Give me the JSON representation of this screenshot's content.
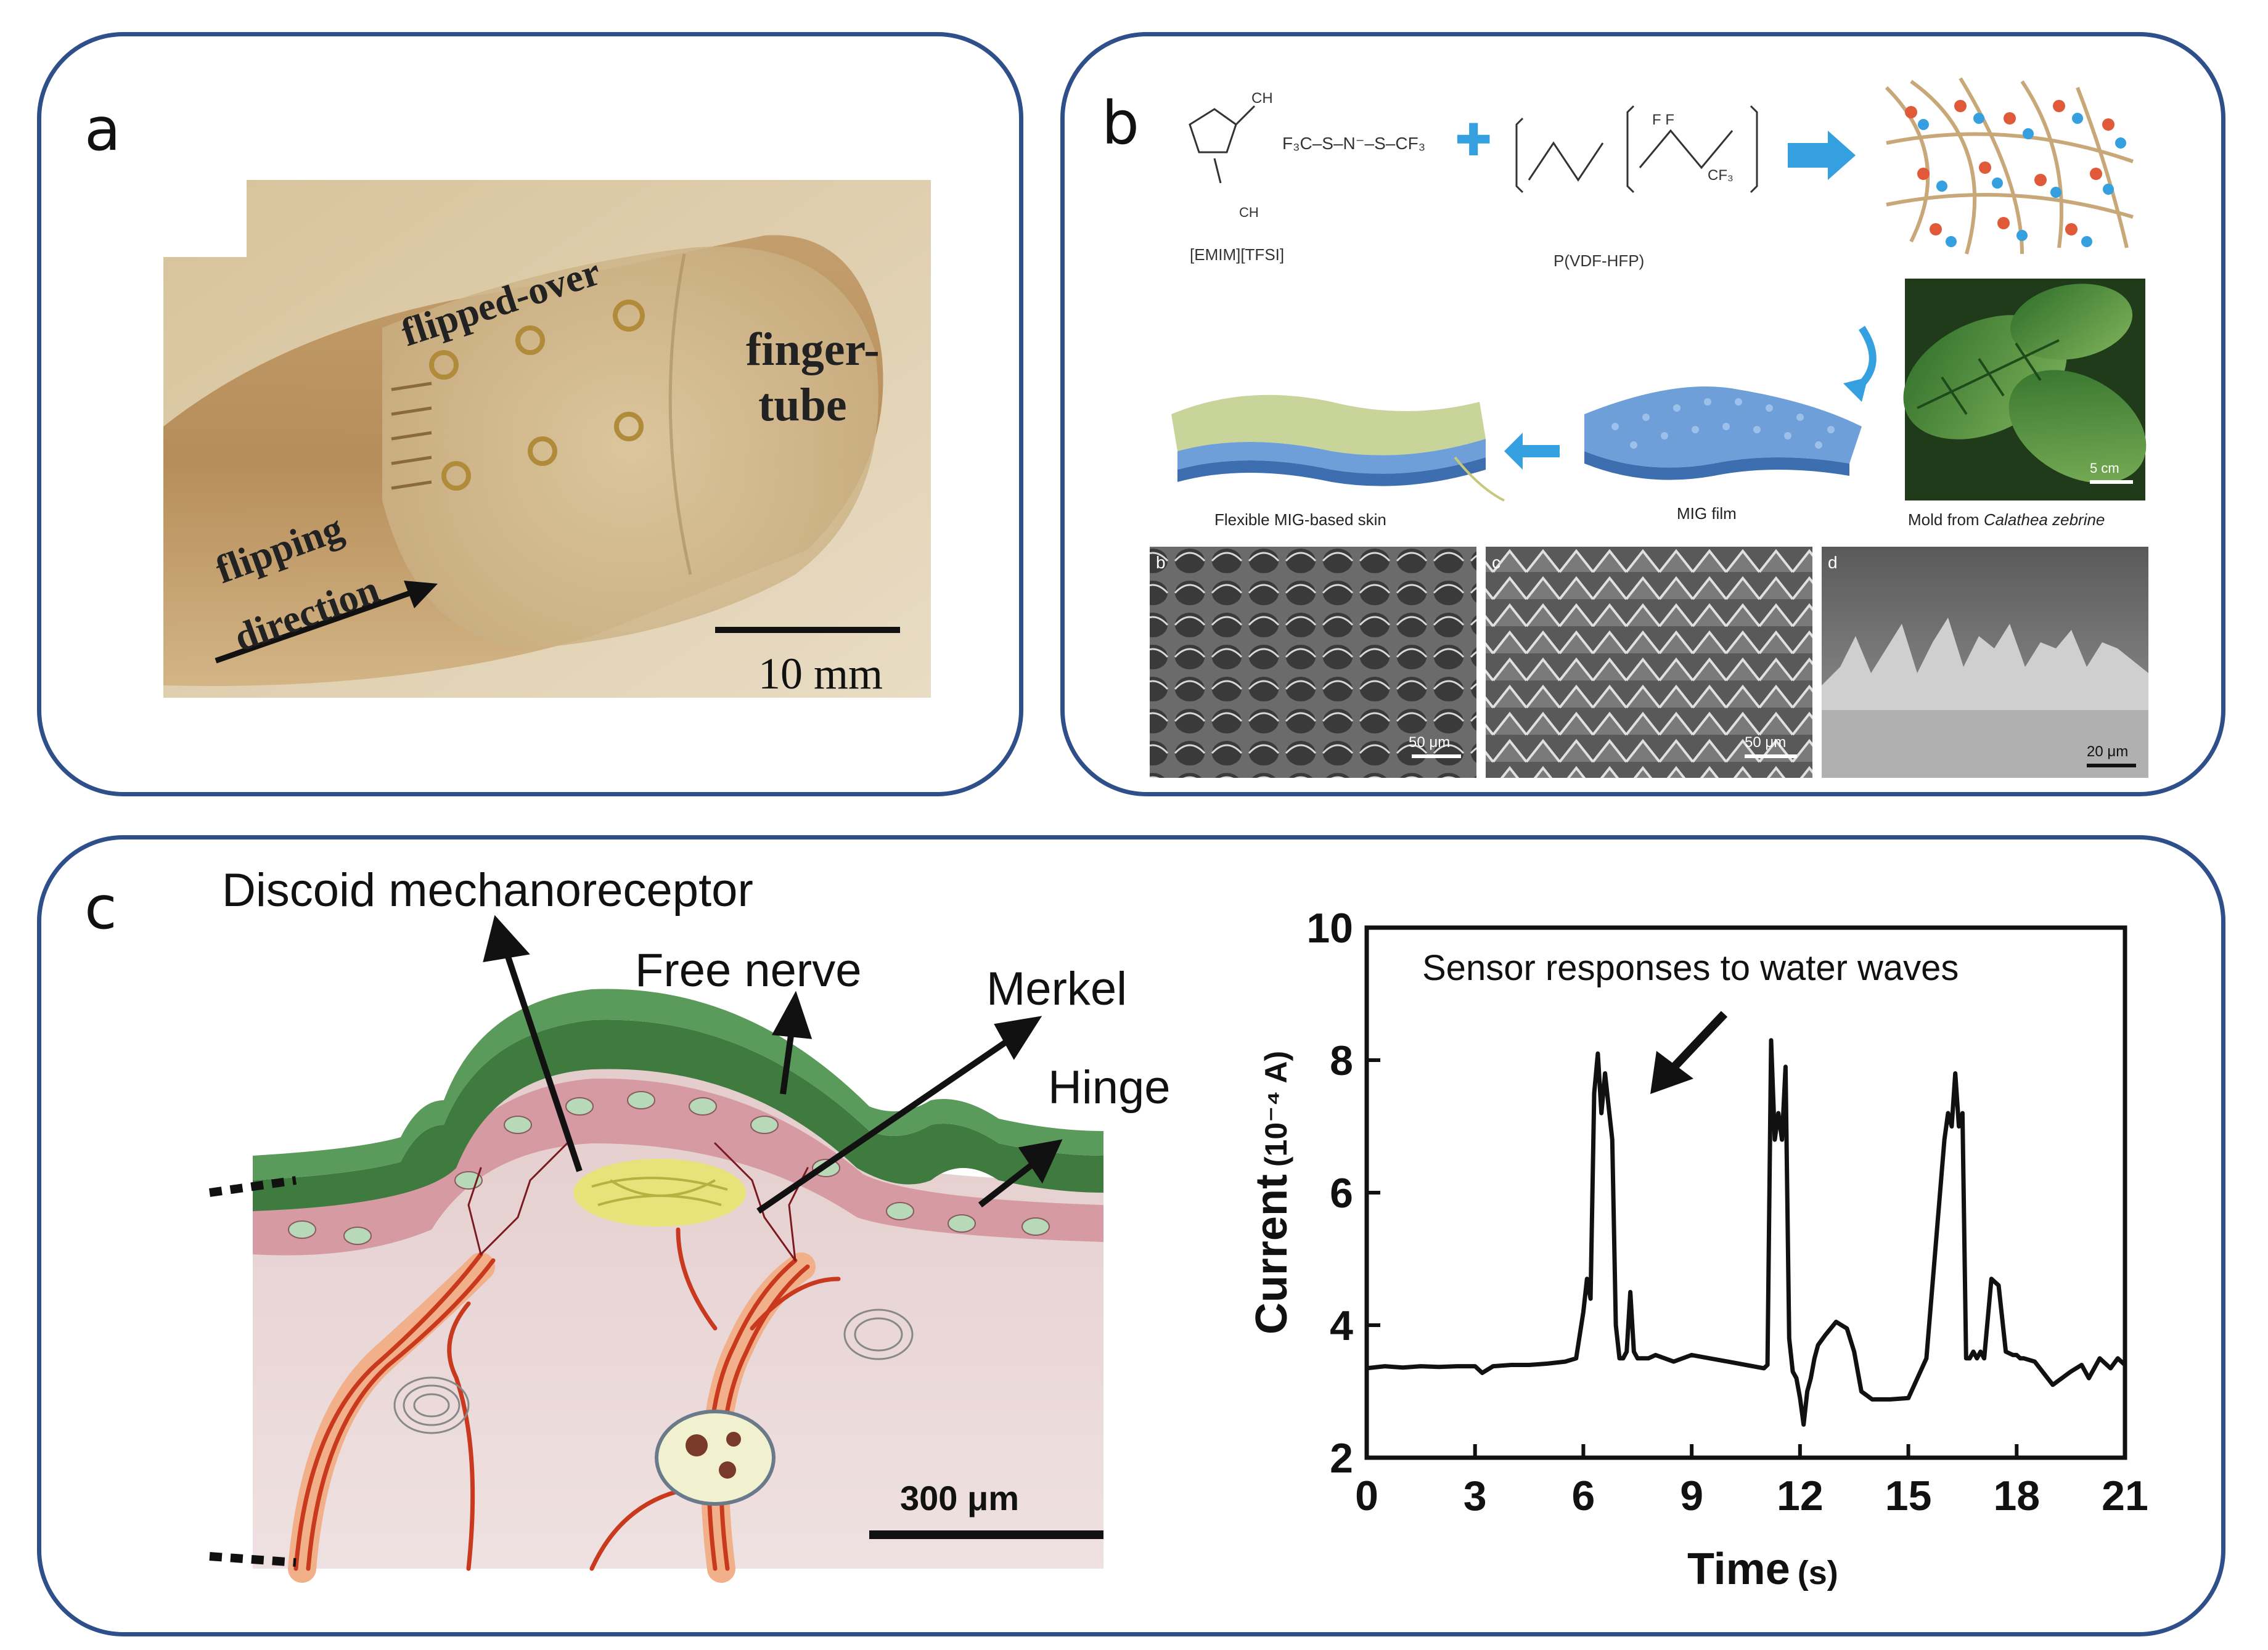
{
  "panel_a": {
    "label": "a",
    "photo_labels": [
      "flipped-over",
      "finger-",
      "tube",
      "flipping",
      "direction"
    ],
    "scale_bar": "10 mm"
  },
  "panel_b": {
    "label": "b",
    "ionic_liquid": "[EMIM][TFSI]",
    "polymer": "P(VDF-HFP)",
    "skin_label": "Flexible MIG-based skin",
    "film_label": "MIG film",
    "mold_label_prefix": "Mold from ",
    "mold_species": "Calathea zebrine",
    "mold_scale": "5 cm",
    "sem_images": [
      {
        "letter": "b",
        "scale": "50 μm"
      },
      {
        "letter": "c",
        "scale": "50 μm"
      },
      {
        "letter": "d",
        "scale": "20 μm"
      }
    ]
  },
  "panel_c": {
    "label": "c",
    "diagram_labels": {
      "discoid": "Discoid mechanoreceptor",
      "free_nerve": "Free nerve",
      "merkel": "Merkel",
      "hinge": "Hinge",
      "scale": "300 μm"
    }
  },
  "chart_data": {
    "type": "line",
    "title": "",
    "annotation": "Sensor responses to water waves",
    "xlabel": "Time",
    "xlabel_unit": "(s)",
    "ylabel": "Current",
    "ylabel_unit": "(10⁻⁴ A)",
    "xlim": [
      0,
      21
    ],
    "ylim": [
      2,
      10
    ],
    "xticks": [
      0,
      3,
      6,
      9,
      12,
      15,
      18,
      21
    ],
    "yticks": [
      2,
      4,
      6,
      8,
      10
    ],
    "grid": false,
    "series": [
      {
        "x": [
          0,
          0.5,
          1,
          1.5,
          2,
          2.5,
          3,
          3.2,
          3.5,
          4,
          4.5,
          5,
          5.5,
          5.8,
          6.0,
          6.1,
          6.2,
          6.3,
          6.4,
          6.5,
          6.6,
          6.7,
          6.8,
          6.9,
          7.0,
          7.1,
          7.2,
          7.3,
          7.4,
          7.5,
          7.6,
          7.8,
          8,
          8.5,
          9,
          9.5,
          10,
          10.5,
          11,
          11.1,
          11.2,
          11.3,
          11.4,
          11.5,
          11.6,
          11.7,
          11.8,
          11.9,
          12.0,
          12.1,
          12.2,
          12.3,
          12.4,
          12.5,
          12.7,
          13,
          13.3,
          13.5,
          13.7,
          14,
          14.2,
          14.5,
          15,
          15.5,
          16,
          16.1,
          16.2,
          16.3,
          16.4,
          16.5,
          16.6,
          16.7,
          16.8,
          16.9,
          17.0,
          17.1,
          17.3,
          17.5,
          17.7,
          17.9,
          18.0,
          18.1,
          18.2,
          18.5,
          19,
          19.5,
          19.8,
          20,
          20.3,
          20.6,
          20.8,
          21
        ],
        "y": [
          3.35,
          3.38,
          3.36,
          3.38,
          3.37,
          3.38,
          3.38,
          3.28,
          3.38,
          3.4,
          3.4,
          3.42,
          3.45,
          3.5,
          4.2,
          4.7,
          4.4,
          7.5,
          8.1,
          7.2,
          7.8,
          7.3,
          6.8,
          4.0,
          3.5,
          3.5,
          3.6,
          4.5,
          3.6,
          3.5,
          3.5,
          3.5,
          3.55,
          3.45,
          3.55,
          3.5,
          3.45,
          3.4,
          3.35,
          3.4,
          8.3,
          6.8,
          7.2,
          6.8,
          7.9,
          3.8,
          3.3,
          3.2,
          2.9,
          2.5,
          3.0,
          3.2,
          3.5,
          3.7,
          3.85,
          4.05,
          3.95,
          3.6,
          3.0,
          2.88,
          2.88,
          2.88,
          2.9,
          3.5,
          6.8,
          7.2,
          7.0,
          7.8,
          7.0,
          7.2,
          3.5,
          3.5,
          3.6,
          3.5,
          3.6,
          3.5,
          4.7,
          4.6,
          3.6,
          3.55,
          3.55,
          3.5,
          3.5,
          3.45,
          3.1,
          3.3,
          3.4,
          3.2,
          3.5,
          3.35,
          3.5,
          3.4
        ]
      }
    ]
  }
}
